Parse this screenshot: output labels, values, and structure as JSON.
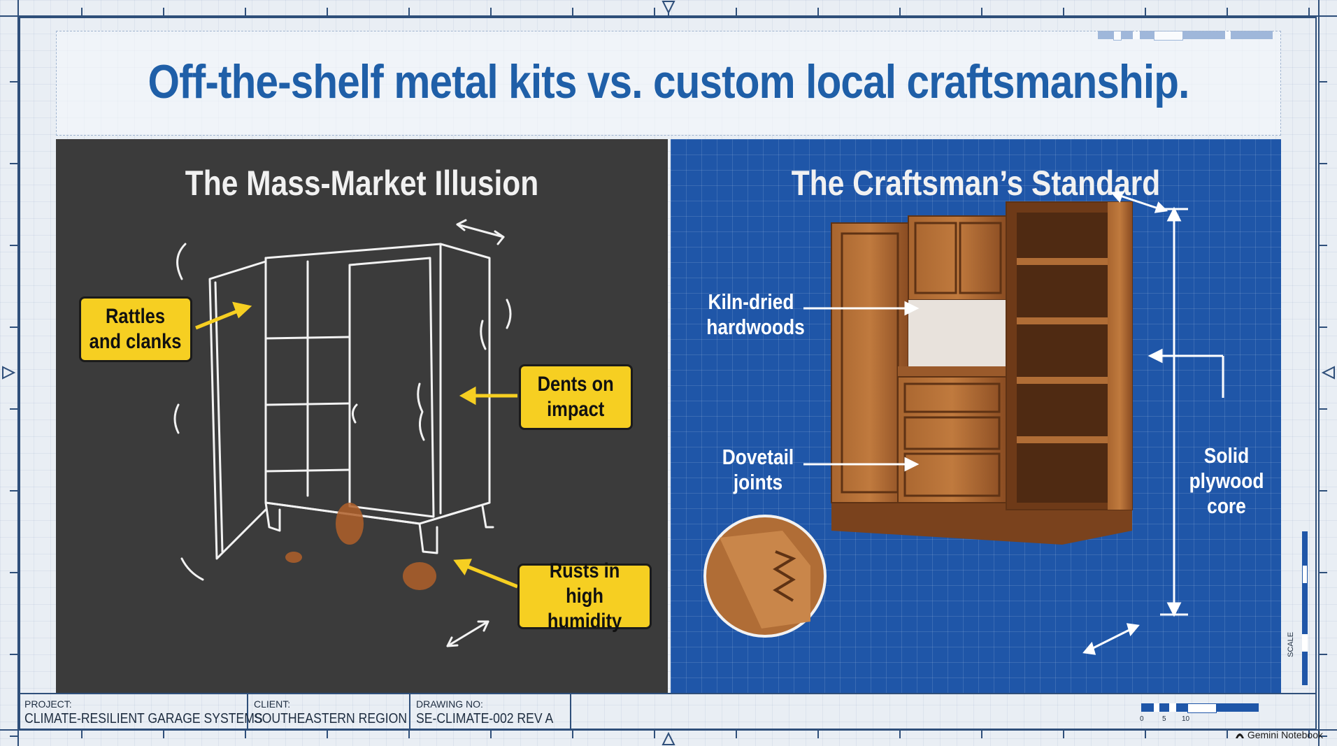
{
  "title": "Off-the-shelf metal kits vs. custom local craftsmanship.",
  "left_panel": {
    "title": "The Mass-Market Illusion",
    "callouts": [
      {
        "id": "rattles",
        "text": [
          "Rattles",
          "and clanks"
        ]
      },
      {
        "id": "dents",
        "text": [
          "Dents on",
          "impact"
        ]
      },
      {
        "id": "rust",
        "text": [
          "Rusts in",
          "high humidity"
        ]
      }
    ]
  },
  "right_panel": {
    "title": "The Craftsman’s Standard",
    "labels": [
      {
        "id": "kiln",
        "text": [
          "Kiln-dried",
          "hardwoods"
        ]
      },
      {
        "id": "dovetail",
        "text": [
          "Dovetail",
          "joints"
        ]
      },
      {
        "id": "plywood",
        "text": [
          "Solid",
          "plywood",
          "core"
        ]
      }
    ]
  },
  "title_block": {
    "project_label": "PROJECT:",
    "project_value": "CLIMATE-RESILIENT GARAGE SYSTEMS",
    "client_label": "CLIENT:",
    "client_value": "SOUTHEASTERN REGION",
    "drawing_label": "DRAWING NO:",
    "drawing_value": "SE-CLIMATE-002 REV A"
  },
  "scale": {
    "ticks": [
      "0",
      "5",
      "10"
    ],
    "side_label": "SCALE"
  },
  "watermark": "Gemini Notebook",
  "colors": {
    "title_blue": "#1f5fa8",
    "chalkboard": "#3b3b3b",
    "blueprint": "#1f56a8",
    "callout_yellow": "#f6cf22",
    "wood": "#9c5a2c"
  }
}
